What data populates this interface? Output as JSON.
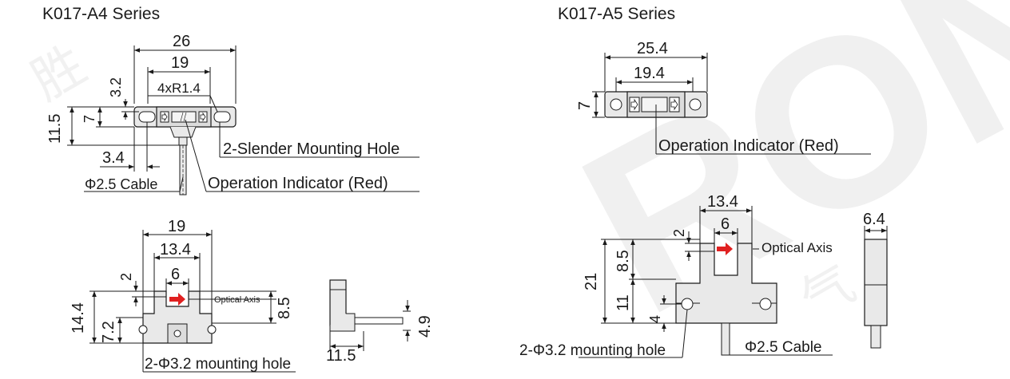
{
  "colors": {
    "line": "#1a1a1a",
    "part": "#e9e9e9",
    "partDark": "#cfcfcf",
    "arrow": "#e02020",
    "watermark": "#d9d9d9"
  },
  "watermark": {
    "text": "RON",
    "cjk1": "胜",
    "cjk2": "气"
  },
  "a4": {
    "title": "K017-A4 Series",
    "top": {
      "w26": "26",
      "w19": "19",
      "r": "4xR1.4",
      "h32": "3.2",
      "h115": "11.5",
      "h7": "7",
      "w34": "3.4",
      "slender": "2-Slender Mounting Hole",
      "indicator": "Operation Indicator (Red)",
      "cable": "Φ2.5 Cable"
    },
    "front": {
      "w19": "19",
      "w134": "13.4",
      "h2": "2",
      "w6": "6",
      "optical": "Optical Axis",
      "h85": "8.5",
      "h144": "14.4",
      "h72": "7.2",
      "mount": "2-Φ3.2 mounting hole"
    },
    "side": {
      "h49": "4.9",
      "w115": "11.5"
    }
  },
  "a5": {
    "title": "K017-A5 Series",
    "top": {
      "w254": "25.4",
      "w194": "19.4",
      "h7": "7",
      "indicator": "Operation Indicator (Red)"
    },
    "front": {
      "w134": "13.4",
      "w6": "6",
      "h2": "2",
      "optical": "Optical Axis",
      "h21": "21",
      "h85": "8.5",
      "h11": "11",
      "h4": "4",
      "mount": "2-Φ3.2 mounting hole",
      "cable": "Φ2.5 Cable"
    },
    "side": {
      "w64": "6.4"
    }
  }
}
